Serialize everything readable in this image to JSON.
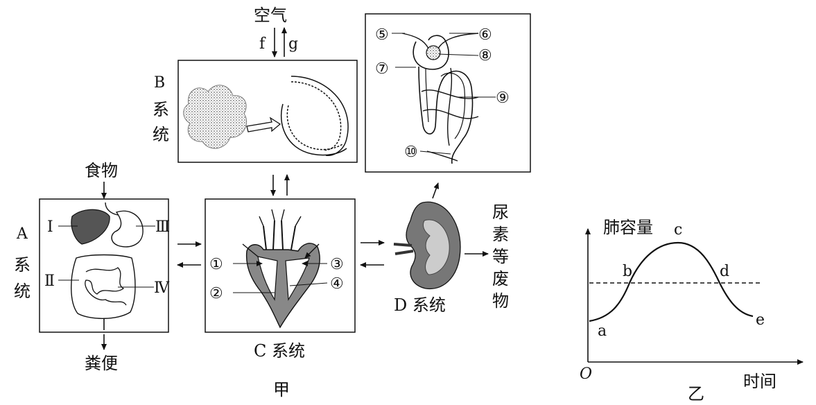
{
  "figure_jia": {
    "caption": "甲",
    "air": "空气",
    "arrow_in": "f",
    "arrow_out": "g",
    "food": "食物",
    "feces": "粪便",
    "waste": [
      "尿",
      "素",
      "等",
      "废",
      "物"
    ],
    "systems": {
      "A": {
        "letter": "A",
        "word": [
          "系",
          "统"
        ],
        "parts": [
          "Ⅰ",
          "Ⅱ",
          "Ⅲ",
          "Ⅳ"
        ]
      },
      "B": {
        "letter": "B",
        "word": [
          "系",
          "统"
        ]
      },
      "C": {
        "label": "C 系统",
        "parts": [
          "①",
          "②",
          "③",
          "④"
        ]
      },
      "D": {
        "label": "D 系统"
      }
    },
    "nephron_parts": [
      "⑤",
      "⑥",
      "⑦",
      "⑧",
      "⑨",
      "⑩"
    ]
  },
  "figure_yi": {
    "caption": "乙",
    "ylabel": "肺容量",
    "xlabel": "时间",
    "origin": "O",
    "points": [
      "a",
      "b",
      "c",
      "d",
      "e"
    ]
  },
  "colors": {
    "line": "#111111",
    "tissue": "#777777",
    "organ_dark": "#555555"
  }
}
